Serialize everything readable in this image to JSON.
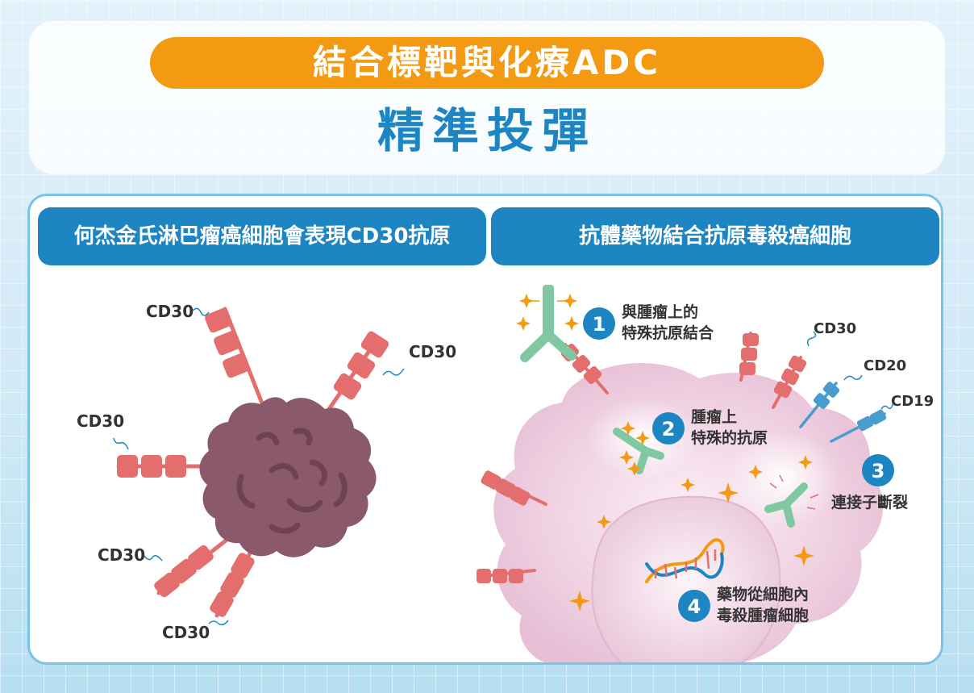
{
  "header": {
    "title": "結合標靶與化療ADC",
    "subtitle": "精準投彈"
  },
  "left_panel": {
    "heading": "何杰金氏淋巴瘤癌細胞會表現CD30抗原",
    "antigen_labels": [
      "CD30",
      "CD30",
      "CD30",
      "CD30",
      "CD30"
    ]
  },
  "right_panel": {
    "heading": "抗體藥物結合抗原毒殺癌細胞",
    "antigen_labels": {
      "cd30": "CD30",
      "cd20": "CD20",
      "cd19": "CD19"
    },
    "steps": [
      {
        "num": "1",
        "line1": "與腫瘤上的",
        "line2": "特殊抗原結合"
      },
      {
        "num": "2",
        "line1": "腫瘤上",
        "line2": "特殊的抗原"
      },
      {
        "num": "3",
        "line1": "連接子斷裂",
        "line2": ""
      },
      {
        "num": "4",
        "line1": "藥物從細胞內",
        "line2": "毒殺腫瘤細胞"
      }
    ]
  },
  "colors": {
    "orange": "#f39a12",
    "blue": "#1d86c2",
    "cell_purple": "#8a5a6c",
    "antigen_red": "#e46e6e",
    "antibody_green": "#7fc8a2",
    "cd20_blue": "#4a9ccf"
  }
}
